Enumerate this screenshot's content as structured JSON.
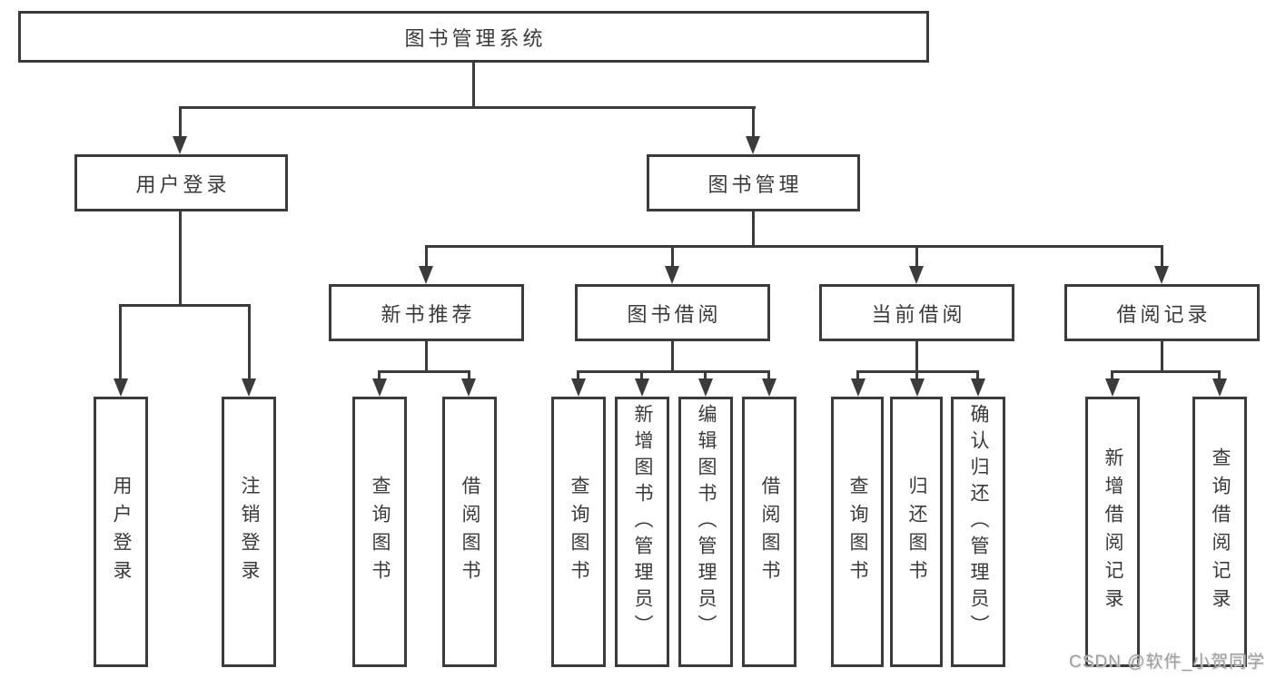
{
  "tree": {
    "label": "图书管理系统",
    "children": [
      {
        "label": "用户登录",
        "children": [
          {
            "label": "用户登录"
          },
          {
            "label": "注销登录"
          }
        ]
      },
      {
        "label": "图书管理",
        "children": [
          {
            "label": "新书推荐",
            "children": [
              {
                "label": "查询图书"
              },
              {
                "label": "借阅图书"
              }
            ]
          },
          {
            "label": "图书借阅",
            "children": [
              {
                "label": "查询图书"
              },
              {
                "label": "新增图书（管理员）"
              },
              {
                "label": "编辑图书（管理员）"
              },
              {
                "label": "借阅图书"
              }
            ]
          },
          {
            "label": "当前借阅",
            "children": [
              {
                "label": "查询图书"
              },
              {
                "label": "归还图书"
              },
              {
                "label": "确认归还（管理员）"
              }
            ]
          },
          {
            "label": "借阅记录",
            "children": [
              {
                "label": "新增借阅记录"
              },
              {
                "label": "查询借阅记录"
              }
            ]
          }
        ]
      }
    ]
  },
  "watermark": "CSDN @软件_小贺同学",
  "colors": {
    "line": "#3b3b3b",
    "text": "#3a3a3a",
    "box_fill": "#ffffff",
    "background": "#ffffff",
    "watermark": "#9e9e9e"
  }
}
